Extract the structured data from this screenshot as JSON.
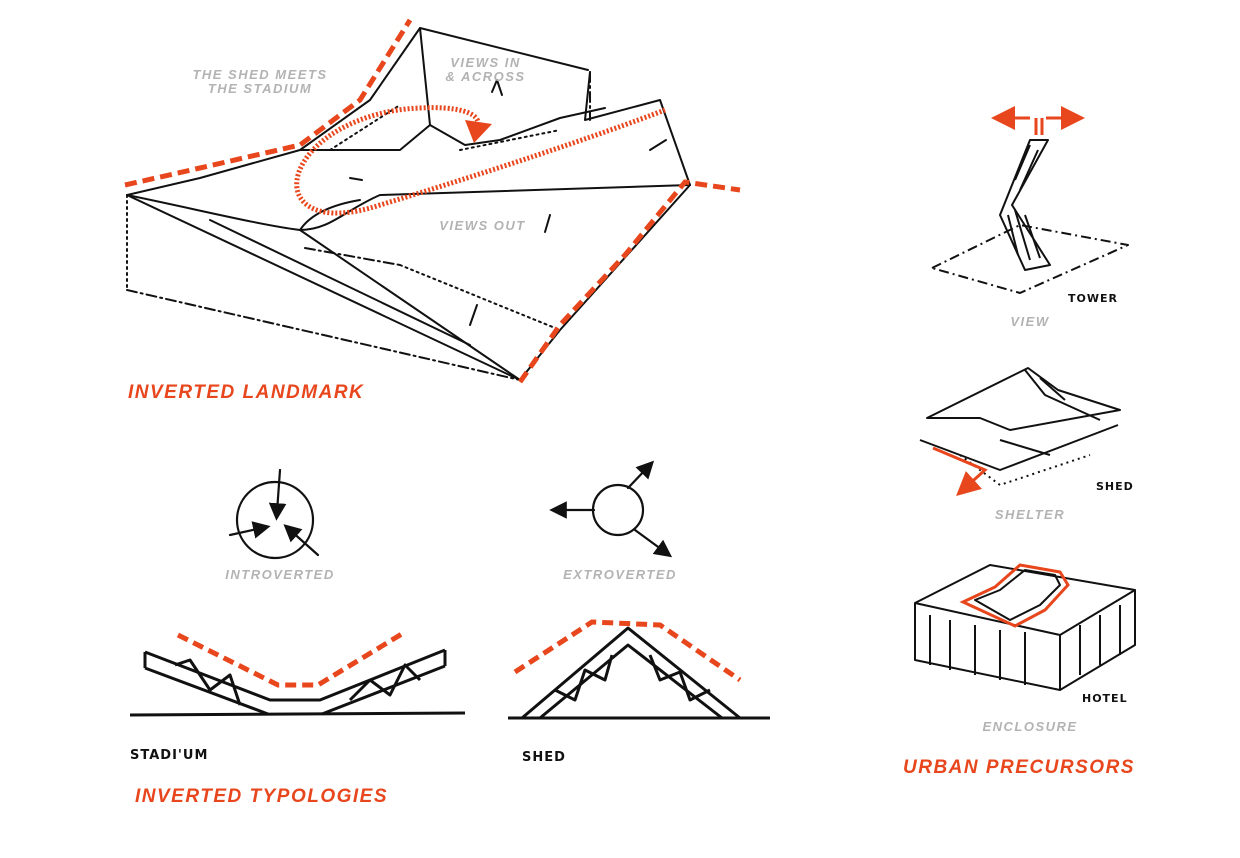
{
  "inverted_landmark": {
    "title": "INVERTED LANDMARK",
    "label_shed_meets": "THE SHED MEETS\nTHE STADIUM",
    "label_views_in": "VIEWS IN\n& ACROSS",
    "label_views_out": "VIEWS OUT"
  },
  "inverted_typologies": {
    "title": "INVERTED TYPOLOGIES",
    "introverted": "INTROVERTED",
    "extroverted": "EXTROVERTED",
    "stadium": "STADI'UM",
    "shed": "SHED"
  },
  "urban_precursors": {
    "title": "URBAN PRECURSORS",
    "tower": "TOWER",
    "view": "VIEW",
    "shed": "SHED",
    "shelter": "SHELTER",
    "hotel": "HOTEL",
    "enclosure": "ENCLOSURE"
  },
  "colors": {
    "accent": "#e8461c",
    "ink": "#111111",
    "label_gray": "#b3b3b3"
  }
}
